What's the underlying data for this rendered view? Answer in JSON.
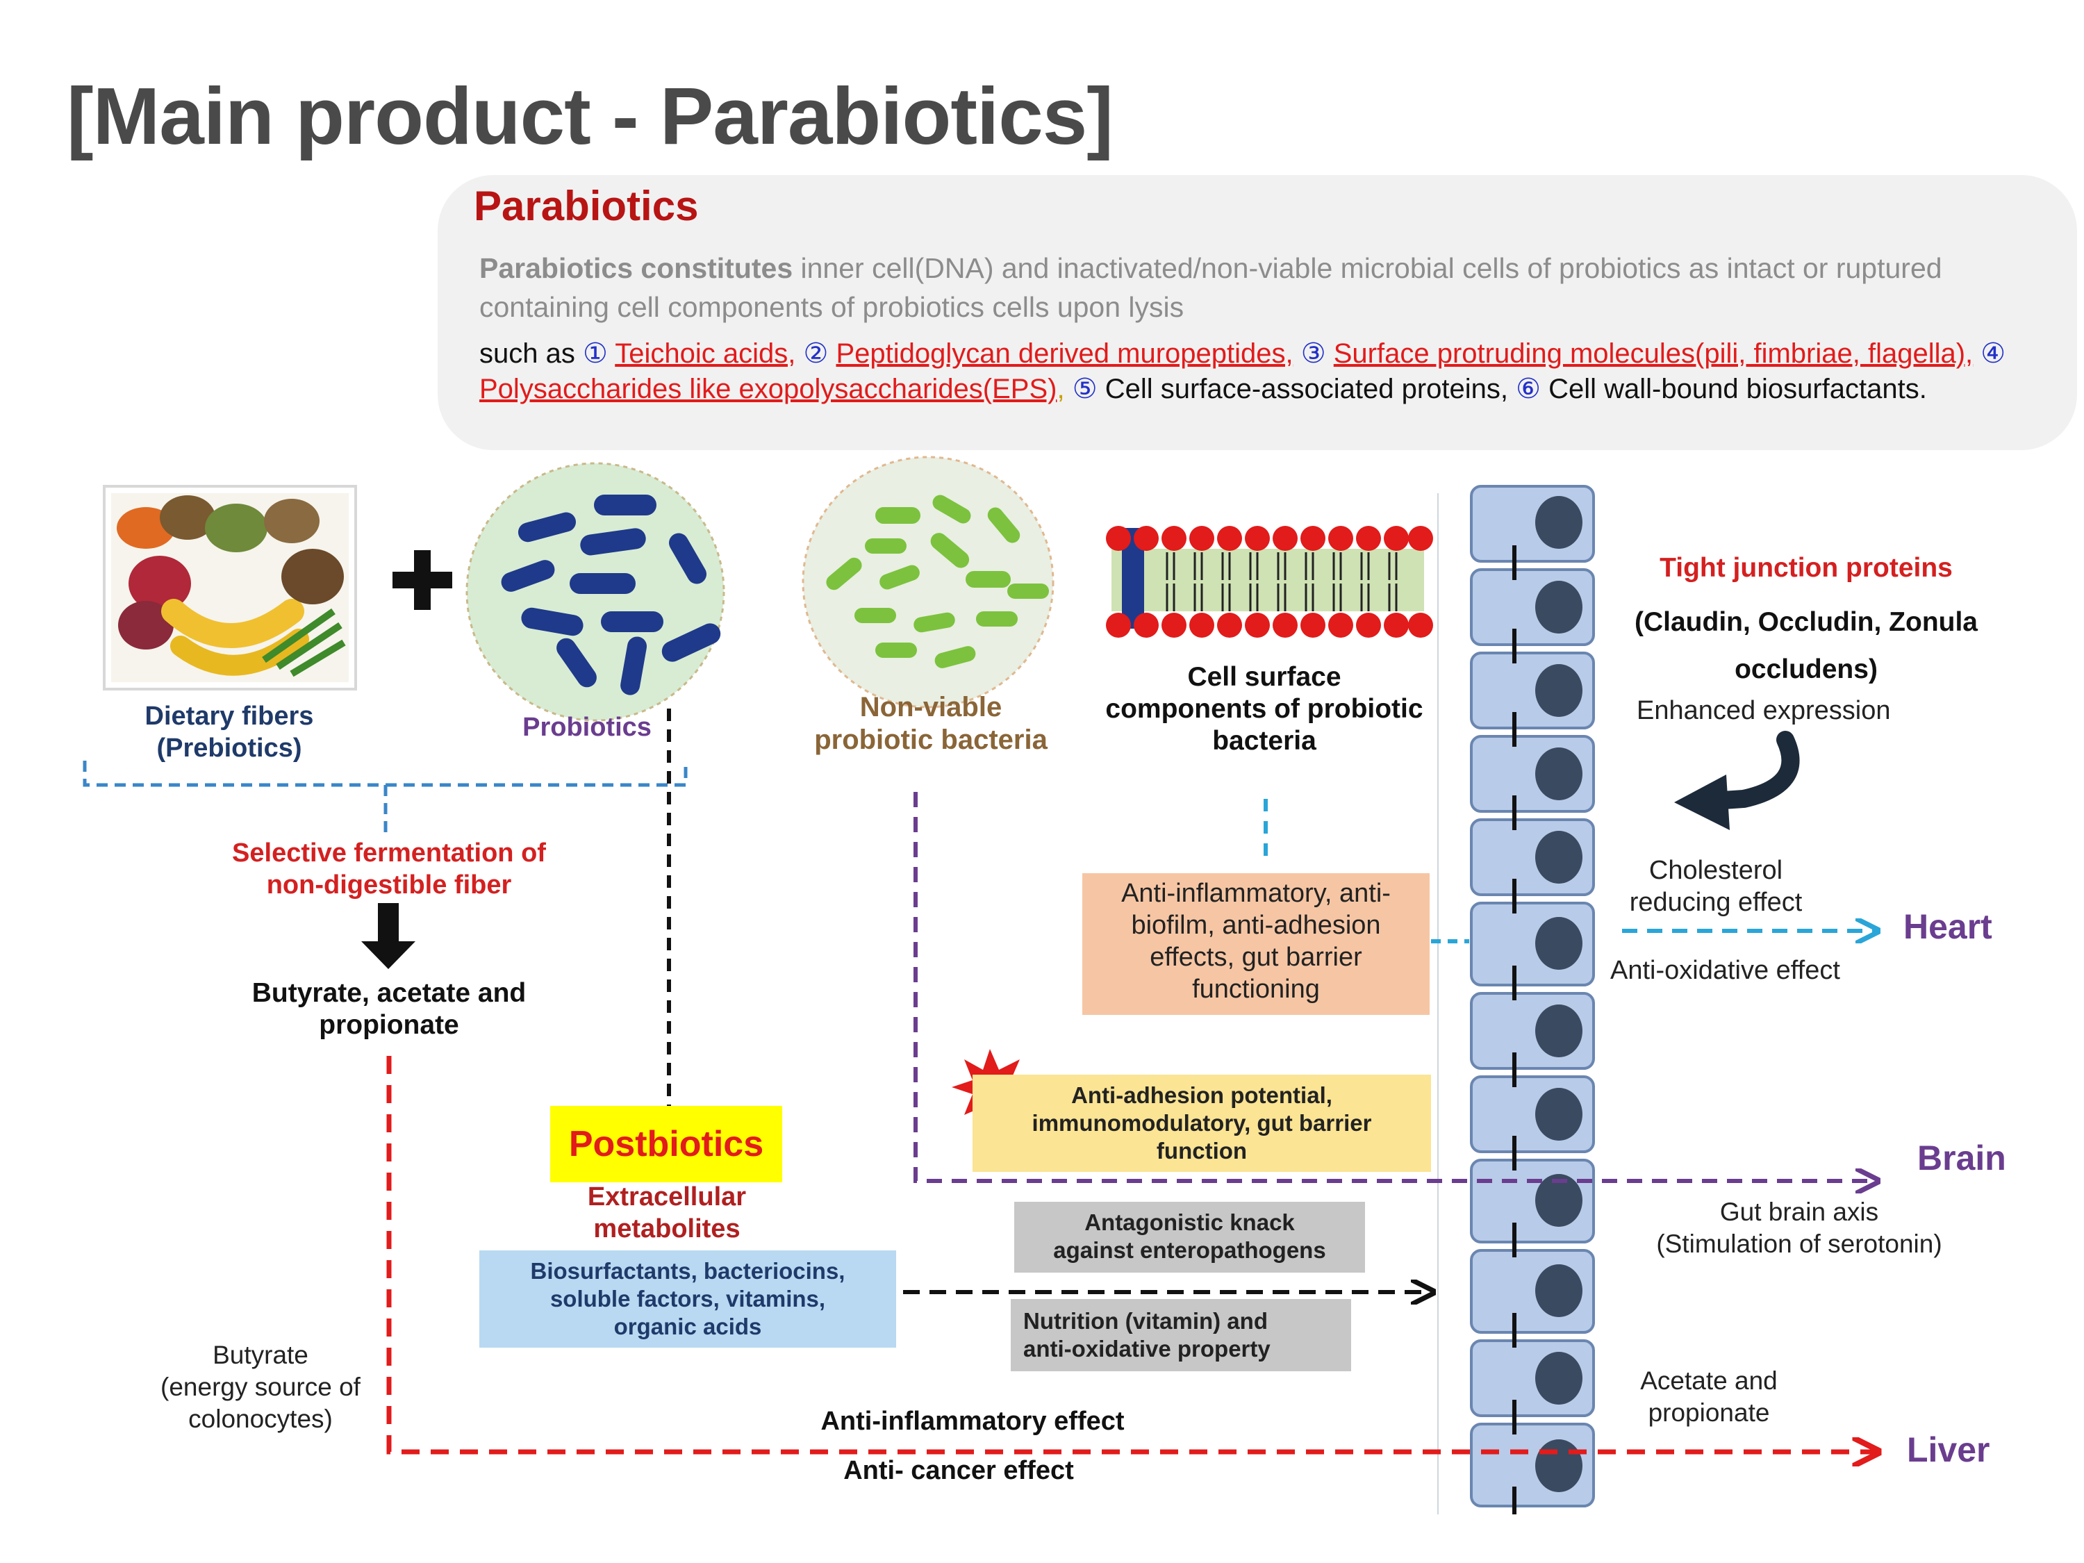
{
  "page_title": "[Main product - Parabiotics]",
  "info": {
    "heading": "Parabiotics",
    "desc_bold": "Parabiotics constitutes",
    "desc_rest": " inner cell(DNA) and inactivated/non-viable microbial cells of probiotics as intact or ruptured containing cell components of probiotics cells upon lysis",
    "list_prefix": "such as ",
    "items": [
      {
        "num": "①",
        "text": "Teichoic acids,",
        "highlight": true
      },
      {
        "num": "②",
        "text": "Peptidoglycan derived muropeptides,",
        "highlight": true
      },
      {
        "num": "③",
        "text": "Surface protruding molecules(pili, fimbriae, flagella),",
        "highlight": true
      },
      {
        "num": "④",
        "text": "Polysaccharides like exopolysaccharides(EPS)",
        "highlight": true
      },
      {
        "num": "⑤",
        "text": "Cell surface-associated proteins,",
        "highlight": false
      },
      {
        "num": "⑥",
        "text": "Cell wall-bound biosurfactants.",
        "highlight": false
      }
    ],
    "comma_after_4": ","
  },
  "diagram": {
    "prebiotics_line1": "Dietary  fibers",
    "prebiotics_line2": "(Prebiotics)",
    "plus": "+",
    "probiotics": "Probiotics",
    "nonviable_line1": "Non-viable",
    "nonviable_line2": "probiotic bacteria",
    "cellsurface_line1": "Cell surface",
    "cellsurface_line2": "components of probiotic",
    "cellsurface_line3": "bacteria",
    "tight_title": "Tight junction proteins",
    "tight_line2": "(Claudin, Occludin, Zonula",
    "tight_line3": "occludens)",
    "enhanced": "Enhanced expression",
    "selective_line1": "Selective fermentation of",
    "selective_line2": "non-digestible fiber",
    "butyrate_line1": "Butyrate, acetate and",
    "butyrate_line2": "propionate",
    "cholesterol_line1": "Cholesterol",
    "cholesterol_line2": "reducing effect",
    "heart": "Heart",
    "antioxidative": "Anti-oxidative effect",
    "orange_box": [
      "Anti-inflammatory, anti-",
      "biofilm, anti-adhesion",
      "effects, gut barrier",
      "functioning"
    ],
    "yellow_box": [
      "Anti-adhesion  potential,",
      "immunomodulatory,  gut barrier",
      "function"
    ],
    "postbiotics": "Postbiotics",
    "extracellular_line1": "Extracellular",
    "extracellular_line2": "metabolites",
    "brain": "Brain",
    "gutbrain_line1": "Gut brain axis",
    "gutbrain_line2": "(Stimulation of serotonin)",
    "antagonistic": [
      "Antagonistic knack",
      "against enteropathogens"
    ],
    "bio_box": [
      "Biosurfactants, bacteriocins,",
      "soluble factors, vitamins,",
      "organic acids"
    ],
    "nutrition_box": [
      "Nutrition (vitamin) and",
      "anti-oxidative property"
    ],
    "butyrate_energy": [
      "Butyrate",
      "(energy source of",
      "colonocytes)"
    ],
    "acetate_prop": [
      "Acetate and",
      "propionate"
    ],
    "anti_inflammatory_effect": "Anti-inflammatory effect",
    "anti_cancer_effect": "Anti- cancer effect",
    "liver": "Liver"
  },
  "colors": {
    "title_gray": "#4a4a4a",
    "parabiotics_red": "#b81414",
    "probiotic_blue": "#1f3a8a",
    "nonviable_green": "#7cc23e",
    "lipid_red": "#e21b1b",
    "cell_blue": "#b8cbe8",
    "nucleus": "#3a4a60",
    "orange_box": "#f6c6a4",
    "yellow_box": "#fbe493",
    "blue_box": "#b8d9f1",
    "gray_box": "#c7c7c7",
    "postbiotics_yellow": "#ffff00",
    "heart_purple": "#6a3d8f"
  }
}
